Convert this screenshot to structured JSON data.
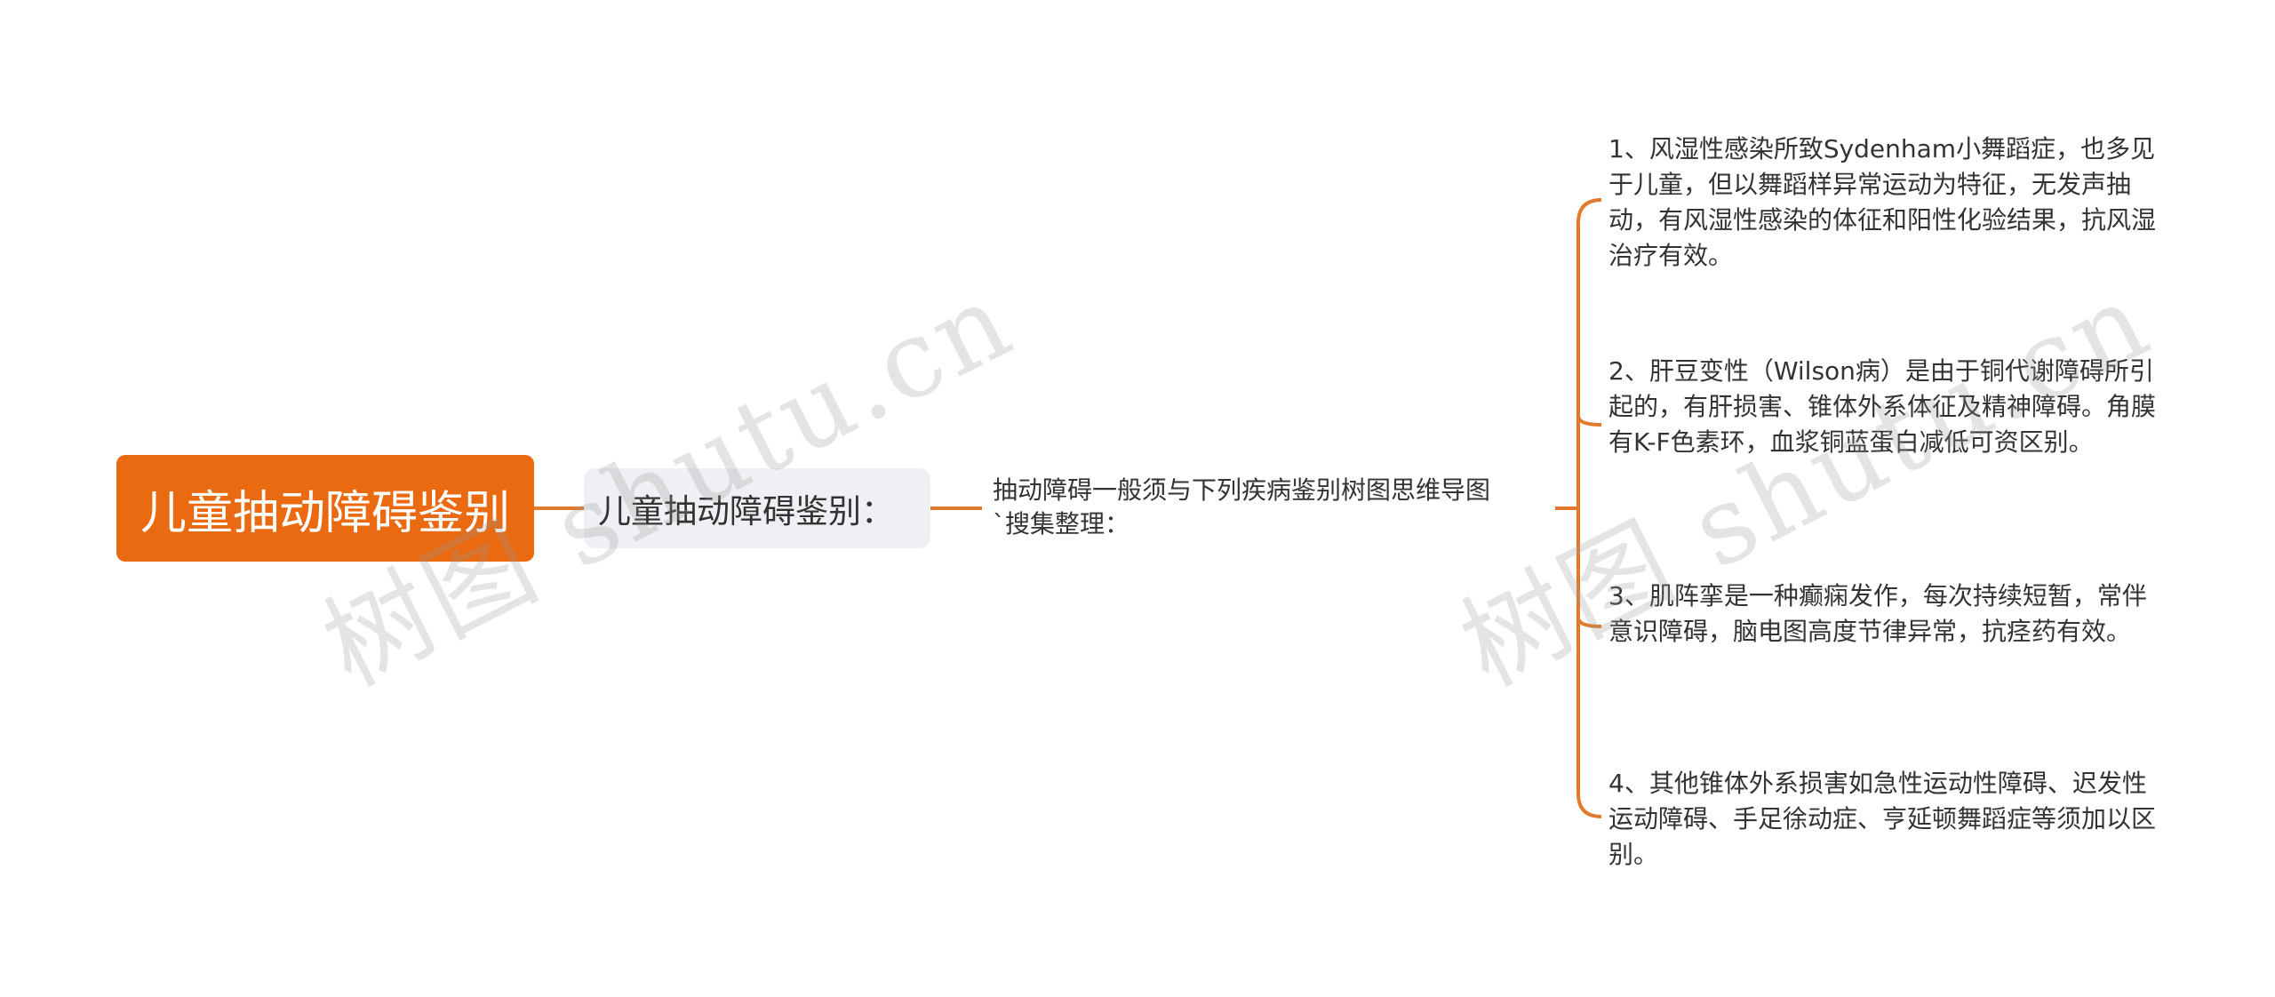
{
  "mindmap": {
    "root": {
      "label": "儿童抽动障碍鉴别"
    },
    "level1": {
      "label": "儿童抽动障碍鉴别："
    },
    "level2": {
      "line1": "抽动障碍一般须与下列疾病鉴别树图思维导图",
      "line2": "`搜集整理："
    },
    "leaves": [
      {
        "text": "1、风湿性感染所致Sydenham小舞蹈症，也多见于儿童，但以舞蹈样异常运动为特征，无发声抽动，有风湿性感染的体征和阳性化验结果，抗风湿治疗有效。"
      },
      {
        "text": "2、肝豆变性（Wilson病）是由于铜代谢障碍所引起的，有肝损害、锥体外系体征及精神障碍。角膜有K-F色素环，血浆铜蓝蛋白减低可资区别。"
      },
      {
        "text": "3、肌阵挛是一种癫痫发作，每次持续短暂，常伴意识障碍，脑电图高度节律异常，抗痉药有效。"
      },
      {
        "text": "4、其他锥体外系损害如急性运动性障碍、迟发性运动障碍、手足徐动症、亨延顿舞蹈症等须加以区别。"
      }
    ]
  },
  "watermarks": [
    "树图 shutu.cn",
    "树图 shutu.cn"
  ],
  "colors": {
    "accent": "#ea6a12",
    "connector": "#e07a2e",
    "level1_bg": "#eef0f3",
    "text": "#333333"
  }
}
